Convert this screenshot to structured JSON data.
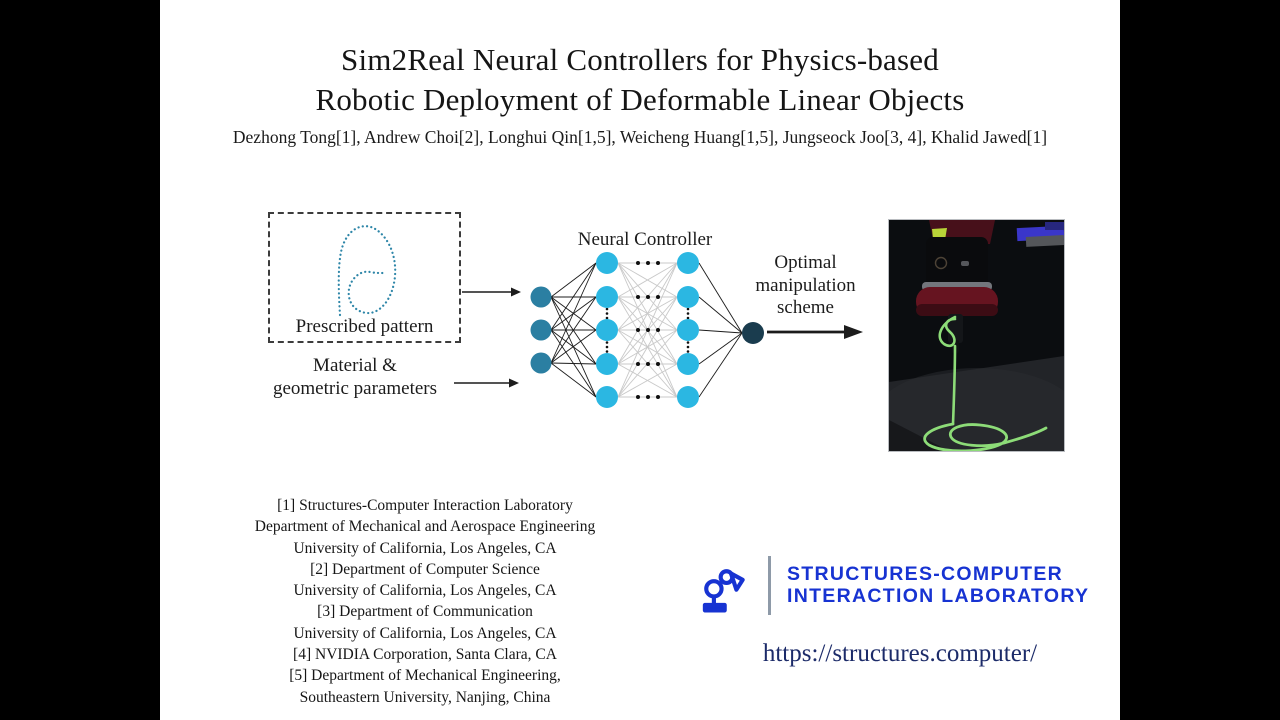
{
  "slide": {
    "title_line1": "Sim2Real Neural Controllers for Physics-based",
    "title_line2": "Robotic Deployment of Deformable Linear Objects",
    "authors": "Dezhong Tong[1], Andrew Choi[2], Longhui Qin[1,5], Weicheng Huang[1,5], Jungseock Joo[3, 4], Khalid Jawed[1]"
  },
  "diagram": {
    "prescribed_pattern_label": "Prescribed pattern",
    "material_label_line1": "Material &",
    "material_label_line2": "geometric parameters",
    "nn_label": "Neural Controller",
    "optimal_label_line1": "Optimal",
    "optimal_label_line2": "manipulation",
    "optimal_label_line3": "scheme",
    "network": {
      "input_nodes": 3,
      "hidden_layers_shown": 2,
      "hidden_nodes_per_layer_shown": 5,
      "output_nodes": 1
    }
  },
  "affiliations": {
    "lines": [
      "[1] Structures-Computer Interaction Laboratory",
      "Department of Mechanical and Aerospace Engineering",
      "University of California, Los Angeles, CA",
      "[2] Department of Computer Science",
      "University of California, Los Angeles, CA",
      "[3] Department of Communication",
      "University of California, Los Angeles, CA",
      "[4] NVIDIA Corporation, Santa Clara, CA",
      "[5] Department of Mechanical Engineering,",
      "Southeastern University, Nanjing, China"
    ]
  },
  "footer": {
    "lab_name_line1": "STRUCTURES-COMPUTER",
    "lab_name_line2": "INTERACTION LABORATORY",
    "url": "https://structures.computer/"
  },
  "colors": {
    "node_input": "#2b7fa2",
    "node_hidden": "#2bb7e2",
    "node_output": "#1a3c4e",
    "edge_dark": "#1c1c1c",
    "edge_light": "#c9c9c9",
    "dot_black": "#111111",
    "pattern_teal": "#2e86a8",
    "brand_blue": "#1733d2",
    "url_navy": "#1c2b69",
    "rope_green": "#8ddc78"
  }
}
